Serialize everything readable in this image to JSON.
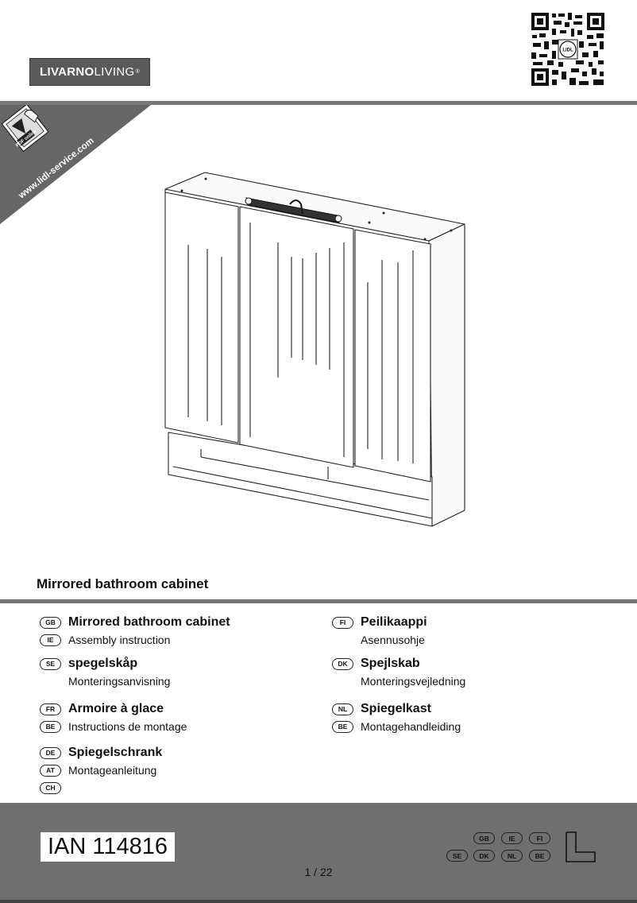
{
  "header": {
    "logo": {
      "brand_bold": "LIVARNO",
      "brand_light": "LIVING",
      "mark": "®"
    },
    "qr_code": {
      "icon": "qr-code-icon"
    }
  },
  "banner": {
    "url": "www.lidl-service.com",
    "badge": "PDF online",
    "icon": "manual-hand-icon"
  },
  "product": {
    "title": "Mirrored bathroom cabinet",
    "image": "bathroom-cabinet-drawing"
  },
  "languages_left": [
    {
      "codes": [
        "GB",
        "IE"
      ],
      "title": "Mirrored bathroom cabinet",
      "subtitle": "Assembly instruction"
    },
    {
      "codes": [
        "SE",
        ""
      ],
      "title": "spegelskåp",
      "subtitle": "Monteringsanvisning"
    },
    {
      "codes": [
        "FR",
        "BE"
      ],
      "title": "Armoire à glace",
      "subtitle": "Instructions de montage"
    },
    {
      "codes": [
        "DE",
        "AT",
        "CH"
      ],
      "title": "Spiegelschrank",
      "subtitle": "Montageanleitung"
    }
  ],
  "languages_right": [
    {
      "codes": [
        "FI",
        ""
      ],
      "title": "Peilikaappi",
      "subtitle": "Asennusohje"
    },
    {
      "codes": [
        "DK",
        ""
      ],
      "title": "Spejlskab",
      "subtitle": "Monteringsvejledning"
    },
    {
      "codes": [
        "NL",
        "BE"
      ],
      "title": "Spiegelkast",
      "subtitle": "Montagehandleiding"
    }
  ],
  "footer": {
    "ian": "IAN 114816",
    "page": "1 / 22",
    "badges_row1": [
      "GB",
      "IE",
      "FI"
    ],
    "badges_row2": [
      "SE",
      "DK",
      "NL",
      "BE"
    ],
    "corner_mark": "L-corner-icon",
    "colors": {
      "bar": "#6f6f6f",
      "rule": "#777777"
    }
  }
}
